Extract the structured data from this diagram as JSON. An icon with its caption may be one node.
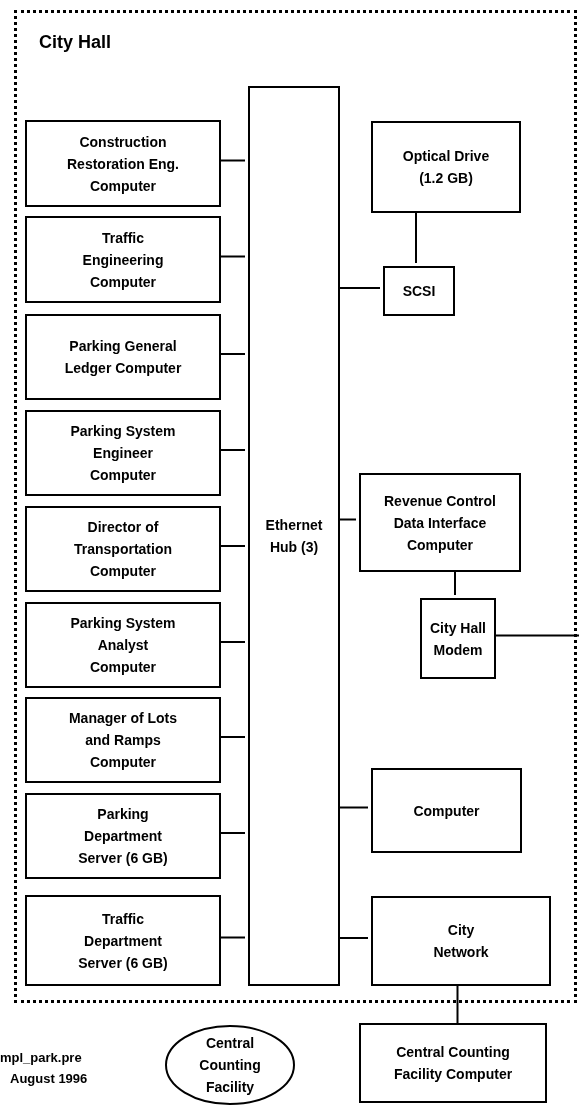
{
  "diagram": {
    "nodes": [
      {
        "text": [
          "City Hall"
        ]
      },
      {
        "text": [
          "Construction Restoration Eng. Computer"
        ],
        "in": 0
      },
      {
        "text": [
          "Traffic Engineering Computer"
        ],
        "in": 0
      },
      {
        "text": [
          "Parking General Ledger Computer"
        ],
        "in": 0
      },
      {
        "text": [
          "Parking System Engineer Computer"
        ],
        "in": 0
      },
      {
        "text": [
          "Director of Transportation Computer"
        ],
        "in": 0
      },
      {
        "text": [
          "Parking System Analyst Computer"
        ],
        "in": 0
      },
      {
        "text": [
          "Manager of Lots and Ramps Computer"
        ],
        "in": 0
      },
      {
        "text": [
          "Parking Department Server (6 GB)"
        ],
        "in": 0
      },
      {
        "text": [
          "Traffic Department Server (6 GB)"
        ],
        "in": 0
      },
      {
        "text": [
          "Ethernet Hub (3)"
        ],
        "in": 0
      },
      {
        "text": [
          "Optical Drive (1.2 GB)"
        ],
        "in": 0
      },
      {
        "text": [
          "SCSI"
        ],
        "in": 0
      },
      {
        "text": [
          "Revenue Control Data Interface Computer"
        ],
        "in": 0
      },
      {
        "text": [
          "City Hall Modem"
        ],
        "in": 0
      },
      {
        "text": [
          "Computer"
        ],
        "in": 0
      },
      {
        "text": [
          "City Network"
        ],
        "in": 0
      },
      {
        "text": [
          "Central Counting Facility"
        ]
      },
      {
        "text": [
          "Central Counting Facility Computer"
        ]
      }
    ],
    "edges": [
      {
        "from": 1,
        "to": 10,
        "arrow": "none"
      },
      {
        "from": 2,
        "to": 10,
        "arrow": "none"
      },
      {
        "from": 3,
        "to": 10,
        "arrow": "none"
      },
      {
        "from": 4,
        "to": 10,
        "arrow": "none"
      },
      {
        "from": 5,
        "to": 10,
        "arrow": "none"
      },
      {
        "from": 6,
        "to": 10,
        "arrow": "none"
      },
      {
        "from": 7,
        "to": 10,
        "arrow": "none"
      },
      {
        "from": 8,
        "to": 10,
        "arrow": "none"
      },
      {
        "from": 9,
        "to": 10,
        "arrow": "none"
      },
      {
        "from": 10,
        "to": 12,
        "arrow": "none"
      },
      {
        "from": 12,
        "to": 11,
        "arrow": "none"
      },
      {
        "from": 10,
        "to": 13,
        "arrow": "none"
      },
      {
        "from": 13,
        "to": 14,
        "arrow": "none"
      },
      {
        "from": 14,
        "to": null,
        "arrow": "none"
      },
      {
        "from": 10,
        "to": 15,
        "arrow": "none"
      },
      {
        "from": 10,
        "to": 16,
        "arrow": "none"
      },
      {
        "from": 16,
        "to": 18,
        "arrow": "none"
      }
    ],
    "labels": [
      "mpl_park.pre",
      "August 1996"
    ]
  }
}
